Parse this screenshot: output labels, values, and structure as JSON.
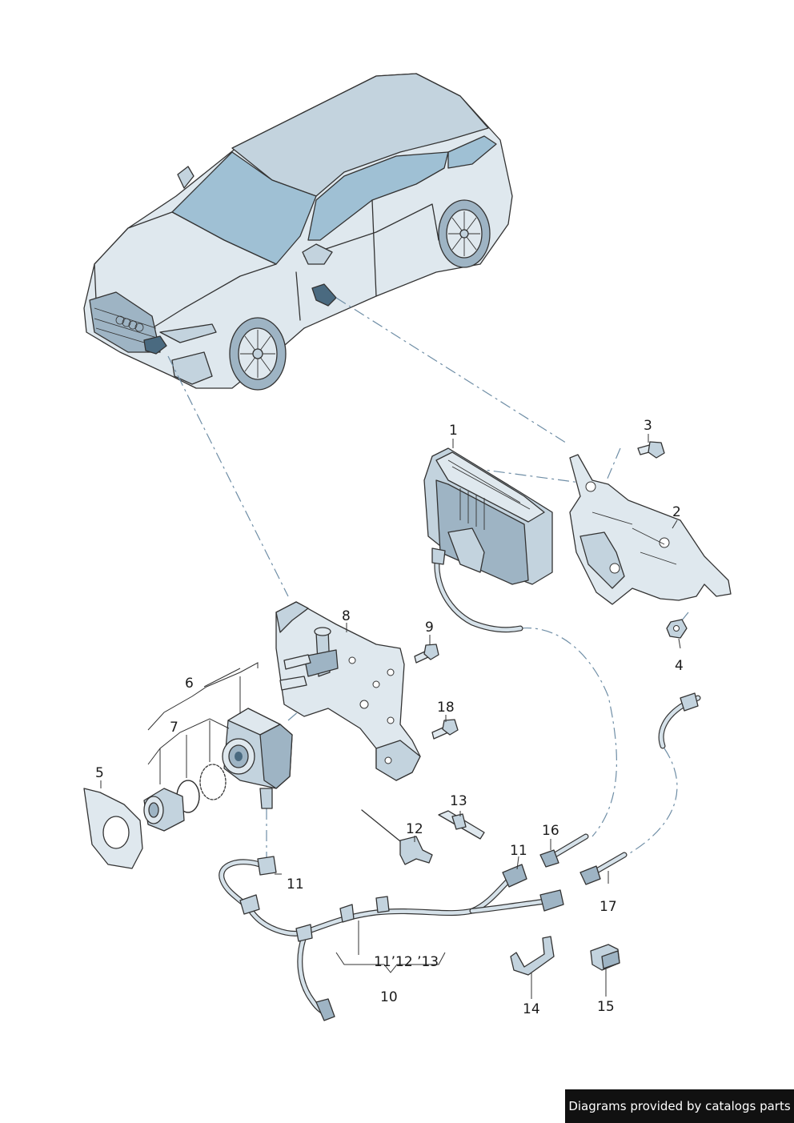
{
  "callouts": {
    "c1": "1",
    "c2": "2",
    "c3": "3",
    "c4": "4",
    "c5": "5",
    "c6": "6",
    "c7": "7",
    "c8": "8",
    "c9": "9",
    "c10": "10",
    "c11a": "11",
    "c11b": "11",
    "c11c": "11’12 ’13",
    "c12": "12",
    "c13": "13",
    "c14": "14",
    "c15": "15",
    "c16": "16",
    "c17": "17",
    "c18": "18"
  },
  "footer": "Diagrams provided by catalogs parts",
  "colors": {
    "outline": "#333333",
    "fill_light": "#dfe8ee",
    "fill_mid": "#c3d3de",
    "fill_dark": "#9eb4c4",
    "glass": "#9fc0d4",
    "dash": "#6f8ea6"
  }
}
